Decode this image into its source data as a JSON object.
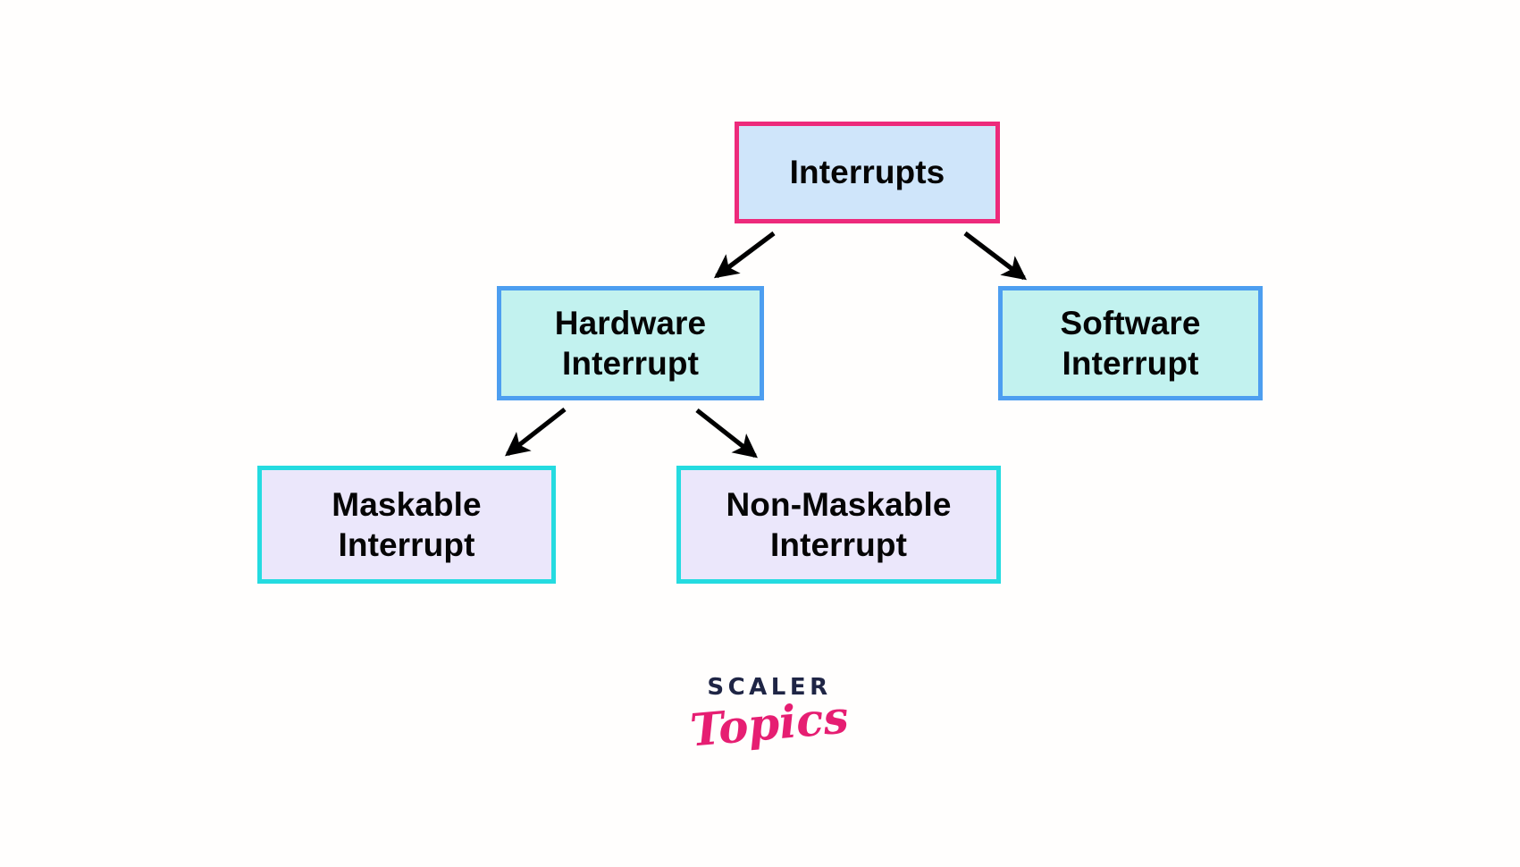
{
  "diagram": {
    "title": "Interrupts",
    "type": "tree-hierarchy",
    "background_color": "#ffffff",
    "nodes": [
      {
        "id": "root",
        "label": "Interrupts",
        "fill": "#cfe5fa",
        "border": "#ed2a7b",
        "level": 1
      },
      {
        "id": "hardware",
        "label": "Hardware\nInterrupt",
        "fill": "#c2f2ef",
        "border": "#4d9ef0",
        "level": 2
      },
      {
        "id": "software",
        "label": "Software\nInterrupt",
        "fill": "#c2f2ef",
        "border": "#4d9ef0",
        "level": 2
      },
      {
        "id": "maskable",
        "label": "Maskable\nInterrupt",
        "fill": "#ebe7fb",
        "border": "#25dbe0",
        "level": 3
      },
      {
        "id": "non_maskable",
        "label": "Non-Maskable\nInterrupt",
        "fill": "#ebe7fb",
        "border": "#25dbe0",
        "level": 3
      }
    ],
    "edges": [
      {
        "from": "root",
        "to": "hardware",
        "style": "arrow",
        "color": "#000000"
      },
      {
        "from": "root",
        "to": "software",
        "style": "arrow",
        "color": "#000000"
      },
      {
        "from": "hardware",
        "to": "maskable",
        "style": "arrow",
        "color": "#000000"
      },
      {
        "from": "hardware",
        "to": "non_maskable",
        "style": "arrow",
        "color": "#000000"
      }
    ]
  },
  "brand": {
    "wordmark": "SCALER",
    "script": "Topics",
    "wordmark_color": "#1f2545",
    "script_color": "#e61e72"
  }
}
